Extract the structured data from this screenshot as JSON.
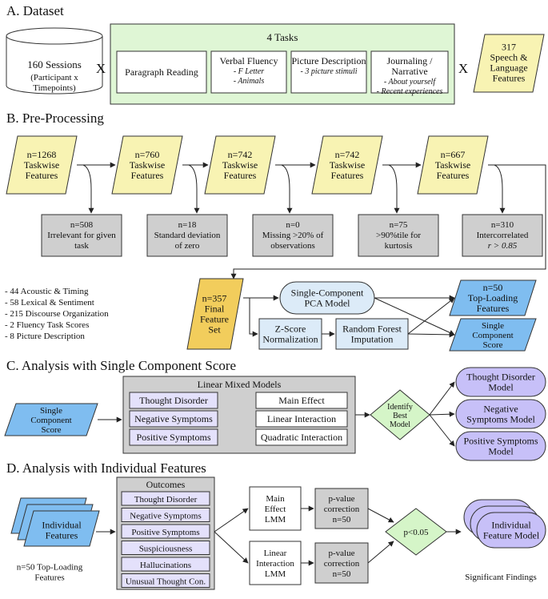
{
  "colors": {
    "yellow": "#f8f3b3",
    "gold": "#f2cd5c",
    "gray": "#cfcfcf",
    "blue": "#7fbdf0",
    "lightblue": "#dcebf8",
    "green_panel": "#dff6d5",
    "green_diamond": "#d5f5c8",
    "lavender": "#e4e1fb",
    "purple": "#c7c0f8"
  },
  "sections": {
    "a": "A. Dataset",
    "b": "B. Pre-Processing",
    "c": "C. Analysis with Single Component Score",
    "d": "D. Analysis with Individual Features"
  },
  "dataset": {
    "sessions": [
      "160 Sessions",
      "(Participant x",
      "Timepoints)"
    ],
    "times": "X",
    "tasks_title": "4 Tasks",
    "tasks": [
      {
        "label": [
          "Paragraph Reading"
        ],
        "sub": []
      },
      {
        "label": [
          "Verbal Fluency"
        ],
        "sub": [
          "- F Letter",
          "- Animals"
        ]
      },
      {
        "label": [
          "Picture Description"
        ],
        "sub": [
          "- 3 picture stimuli"
        ]
      },
      {
        "label": [
          "Journaling /",
          "Narrative"
        ],
        "sub": [
          "- About yourself",
          "- Recent experiences"
        ]
      }
    ],
    "features": [
      "317",
      "Speech &",
      "Language",
      "Features"
    ]
  },
  "preprocessing": {
    "steps": [
      [
        "n=1268",
        "Taskwise",
        "Features"
      ],
      [
        "n=760",
        "Taskwise",
        "Features"
      ],
      [
        "n=742",
        "Taskwise",
        "Features"
      ],
      [
        "n=742",
        "Taskwise",
        "Features"
      ],
      [
        "n=667",
        "Taskwise",
        "Features"
      ]
    ],
    "removed": [
      [
        "n=508",
        "Irrelevant for given",
        "task"
      ],
      [
        "n=18",
        "Standard deviation",
        "of zero"
      ],
      [
        "n=0",
        "Missing >20% of",
        "observations"
      ],
      [
        "n=75",
        ">90%tile for",
        "kurtosis"
      ],
      [
        "n=310",
        "Intercorrelated",
        "r > 0.85"
      ]
    ],
    "final_list": [
      "- 44 Acoustic & Timing",
      "- 58 Lexical & Sentiment",
      "- 215 Discourse Organization",
      "- 2 Fluency Task Scores",
      "- 8 Picture Description"
    ],
    "final_set": [
      "n=357",
      "Final",
      "Feature",
      "Set"
    ],
    "pca": [
      "Single-Component",
      "PCA Model"
    ],
    "zscore": [
      "Z-Score",
      "Normalization"
    ],
    "rf": [
      "Random Forest",
      "Imputation"
    ],
    "top_loading": [
      "n=50",
      "Top-Loading",
      "Features"
    ],
    "single_score": [
      "Single",
      "Component",
      "Score"
    ]
  },
  "analysis_c": {
    "input": [
      "Single",
      "Component",
      "Score"
    ],
    "panel_title": "Linear Mixed Models",
    "outcomes": [
      "Thought Disorder",
      "Negative Symptoms",
      "Positive Symptoms"
    ],
    "effects": [
      "Main Effect",
      "Linear Interaction",
      "Quadratic Interaction"
    ],
    "decision": [
      "Identify",
      "Best",
      "Model"
    ],
    "models": [
      [
        "Thought Disorder",
        "Model"
      ],
      [
        "Negative",
        "Symptoms Model"
      ],
      [
        "Positive Symptoms",
        "Model"
      ]
    ]
  },
  "analysis_d": {
    "input": [
      "Individual",
      "Features"
    ],
    "input_caption": [
      "n=50 Top-Loading",
      "Features"
    ],
    "outcomes_title": "Outcomes",
    "outcomes": [
      "Thought Disorder",
      "Negative Symptoms",
      "Positive Symptoms",
      "Suspiciousness",
      "Hallucinations",
      "Unusual Thought Con."
    ],
    "main_lmm": [
      "Main",
      "Effect",
      "LMM"
    ],
    "interaction_lmm": [
      "Linear",
      "Interaction",
      "LMM"
    ],
    "correction": [
      "p-value",
      "correction",
      "n=50"
    ],
    "threshold": "p<0.05",
    "result": [
      "Individual",
      "Feature Model"
    ],
    "result_caption": "Significant Findings"
  }
}
